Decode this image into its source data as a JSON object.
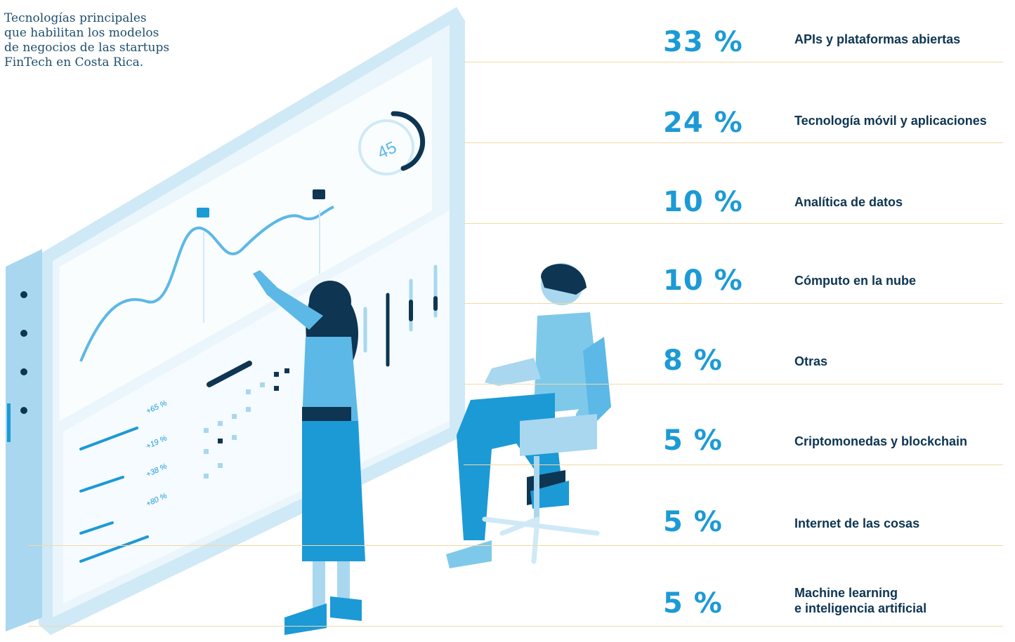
{
  "intro": "Tecnologías principales\nque habilitan los modelos\nde negocios de las startups\nFinTech en Costa Rica.",
  "colors": {
    "accent": "#1c9ad6",
    "dark": "#0e3552",
    "rule": "#f3d9a4",
    "panel": "#e4f3fb"
  },
  "illustration": {
    "gauge_value": "45",
    "growth_labels": [
      "+65 %",
      "+19 %",
      "+38 %",
      "+80 %"
    ]
  },
  "chart_data": {
    "type": "table",
    "title": "",
    "unit": "%",
    "items": [
      {
        "value": 33,
        "display": "33 %",
        "label": "APIs y plataformas abiertas"
      },
      {
        "value": 24,
        "display": "24 %",
        "label": "Tecnología móvil y aplicaciones"
      },
      {
        "value": 10,
        "display": "10 %",
        "label": "Analítica de datos"
      },
      {
        "value": 10,
        "display": "10 %",
        "label": "Cómputo en la nube"
      },
      {
        "value": 8,
        "display": "8 %",
        "label": "Otras"
      },
      {
        "value": 5,
        "display": "5 %",
        "label": "Criptomonedas y blockchain"
      },
      {
        "value": 5,
        "display": "5 %",
        "label": "Internet de las cosas"
      },
      {
        "value": 5,
        "display": "5 %",
        "label": "Machine learning\ne inteligencia artificial"
      }
    ]
  }
}
